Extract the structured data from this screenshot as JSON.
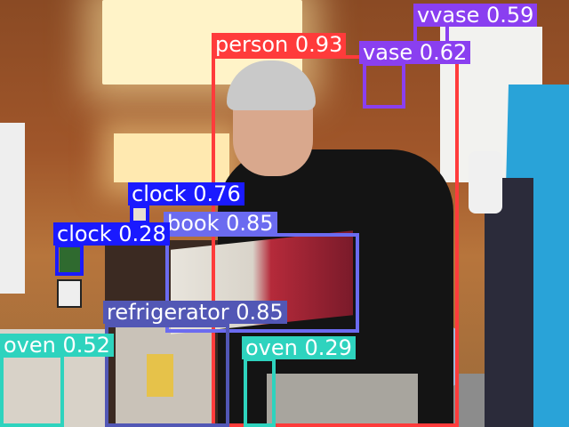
{
  "image": {
    "description_labels_only": true
  },
  "colors": {
    "person": "#ff3b3b",
    "vase": "#8a3ff0",
    "clock": "#1a1aff",
    "book": "#6b6bf0",
    "refrigerator": "#5257b5",
    "oven": "#2ed3be"
  },
  "detections": [
    {
      "label": "vvase 0.59"
    },
    {
      "label": "vase 0.62"
    },
    {
      "label": "person 0.93"
    },
    {
      "label": "clock 0.76"
    },
    {
      "label": "book 0.85"
    },
    {
      "label": "clock 0.28"
    },
    {
      "label": "refrigerator 0.85"
    },
    {
      "label": "oven 0.52"
    },
    {
      "label": "oven 0.29"
    }
  ]
}
